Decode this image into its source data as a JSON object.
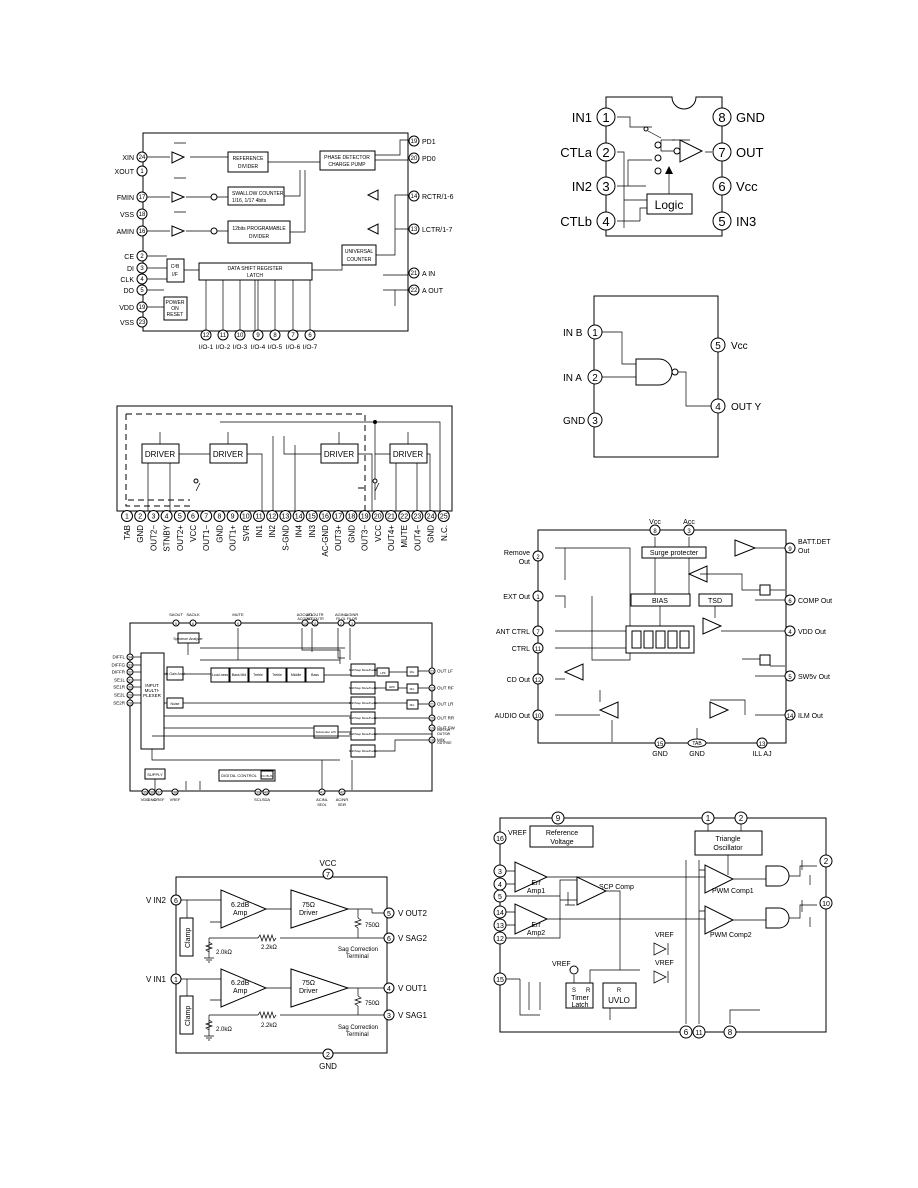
{
  "d1": {
    "left_pins": [
      {
        "num": "24",
        "name": "XIN"
      },
      {
        "num": "1",
        "name": "XOUT"
      },
      {
        "num": "17",
        "name": "FMIN"
      },
      {
        "num": "18",
        "name": "VSS"
      },
      {
        "num": "16",
        "name": "AMIN"
      },
      {
        "num": "2",
        "name": "CE"
      },
      {
        "num": "3",
        "name": "DI"
      },
      {
        "num": "4",
        "name": "CLK"
      },
      {
        "num": "5",
        "name": "DO"
      },
      {
        "num": "19",
        "name": "VDD"
      },
      {
        "num": "23",
        "name": "VSS"
      }
    ],
    "right_pins": [
      {
        "num": "19",
        "name": "PD1"
      },
      {
        "num": "20",
        "name": "PD0"
      },
      {
        "num": "14",
        "name": "RCTR/1-6"
      },
      {
        "num": "13",
        "name": "LCTR/1-7"
      },
      {
        "num": "21",
        "name": "A IN"
      },
      {
        "num": "22",
        "name": "A OUT"
      }
    ],
    "bottom_pins": [
      {
        "num": "12",
        "name": "I/O-1"
      },
      {
        "num": "11",
        "name": "I/O-2"
      },
      {
        "num": "10",
        "name": "I/O-3"
      },
      {
        "num": "9",
        "name": "I/O-4"
      },
      {
        "num": "8",
        "name": "I/O-5"
      },
      {
        "num": "7",
        "name": "I/O-6"
      },
      {
        "num": "6",
        "name": "I/O-7"
      }
    ],
    "blocks": {
      "ref_div_1": "REFERENCE",
      "ref_div_2": "DIVIDER",
      "swallow_1": "SWALLOW COUNTER",
      "swallow_2": "1/16, 1/17 4bits",
      "prog_1": "12bits PROGRAMABLE",
      "prog_2": "DIVIDER",
      "pd_1": "PHASE DETECTOR",
      "pd_2": "CHARGE PUMP",
      "uc_1": "UNIVERSAL",
      "uc_2": "COUNTER",
      "latch_1": "DATA SHIFT REGISTER",
      "latch_2": "LATCH",
      "cif_1": "C²B",
      "cif_2": "I/F",
      "por_1": "POWER",
      "por_2": "ON",
      "por_3": "RESET"
    }
  },
  "d2": {
    "driver_label": "DRIVER",
    "pins": [
      {
        "num": "1",
        "name": "TAB"
      },
      {
        "num": "2",
        "name": "GND"
      },
      {
        "num": "3",
        "name": "OUT2−"
      },
      {
        "num": "4",
        "name": "STNBY"
      },
      {
        "num": "5",
        "name": "OUT2+"
      },
      {
        "num": "6",
        "name": "VCC"
      },
      {
        "num": "7",
        "name": "OUT1−"
      },
      {
        "num": "8",
        "name": "GND"
      },
      {
        "num": "9",
        "name": "OUT1+"
      },
      {
        "num": "10",
        "name": "SVR"
      },
      {
        "num": "11",
        "name": "IN1"
      },
      {
        "num": "12",
        "name": "IN2"
      },
      {
        "num": "13",
        "name": "S-GND"
      },
      {
        "num": "14",
        "name": "IN4"
      },
      {
        "num": "15",
        "name": "IN3"
      },
      {
        "num": "16",
        "name": "AC-GND"
      },
      {
        "num": "17",
        "name": "OUT3+"
      },
      {
        "num": "18",
        "name": "GND"
      },
      {
        "num": "19",
        "name": "OUT3−"
      },
      {
        "num": "20",
        "name": "VCC"
      },
      {
        "num": "21",
        "name": "OUT4+"
      },
      {
        "num": "22",
        "name": "MUTE"
      },
      {
        "num": "23",
        "name": "OUT4−"
      },
      {
        "num": "24",
        "name": "GND"
      },
      {
        "num": "25",
        "name": "N.C."
      }
    ]
  },
  "d3": {
    "top_pins": [
      {
        "num": "5",
        "name": "SAOUT"
      },
      {
        "num": "6",
        "name": "SAOLK"
      },
      {
        "num": "9",
        "name": "MUTE"
      },
      {
        "num": "10",
        "name": "AGOUTL"
      },
      {
        "num": "11",
        "name": "AGOUTR"
      },
      {
        "num": "2",
        "name": "AGINL"
      },
      {
        "num": "3",
        "name": "AGINR"
      }
    ],
    "top_sub": [
      "ACGOUT",
      "ACGOUTR",
      "FILOL",
      "FILOR"
    ],
    "left_pins": [
      {
        "num": "34",
        "name": "DIFFL"
      },
      {
        "num": "33",
        "name": "DIFFG"
      },
      {
        "num": "32",
        "name": "DIFFR"
      },
      {
        "num": "31",
        "name": "SE1L"
      },
      {
        "num": "30",
        "name": "SE1R"
      },
      {
        "num": "29",
        "name": "SE2L"
      },
      {
        "num": "28",
        "name": "SE2R"
      }
    ],
    "right_pins": [
      {
        "num": "23",
        "name": "OUT LF"
      },
      {
        "num": "22",
        "name": "OUT RF"
      },
      {
        "num": "21",
        "name": "OUT LR"
      },
      {
        "num": "20",
        "name": "OUT RR"
      },
      {
        "num": "19",
        "name": "OUT SW"
      },
      {
        "num": "18",
        "name": "MIX"
      }
    ],
    "right_sub": [
      "OUTSW",
      "OUTSW",
      "OUTRSE"
    ],
    "bottom_pins": [
      {
        "num": "35",
        "name": "VDD"
      },
      {
        "num": "36",
        "name": "GND"
      },
      {
        "num": "37",
        "name": "CREF"
      },
      {
        "num": "38",
        "name": "VREF"
      },
      {
        "num": "39",
        "name": "SCL"
      },
      {
        "num": "40",
        "name": "SDA"
      },
      {
        "num": "41",
        "name": "ACINL"
      },
      {
        "num": "42",
        "name": "ACINR"
      }
    ],
    "bottom_sub": [
      "SEOL",
      "SEIR"
    ],
    "blocks": {
      "mux_1": "INPUT",
      "mux_2": "MULTI-",
      "mux_3": "PLEXER",
      "spectrum": "Spectrum Analyzer",
      "quasi": "In Gain Anal",
      "loud": "Loud-ness",
      "bass": "Bass Mid",
      "treble": "Treble",
      "middle": "Middle",
      "bass2": "Bass",
      "soft1": "Soft/Step Mute/Fader",
      "soft2": "Soft/Step Mute/Fader",
      "soft3": "Soft/Step Mute/Fader",
      "soft4": "Soft/Step Mute/Fader",
      "soft5": "Soft/Step Mute/Fader",
      "soft6": "Soft/Step Mute/Fader",
      "subwoofer": "Subwoofer LPF",
      "mix": "Mix",
      "supply": "SUPPLY",
      "digital": "DIGITAL CONTROL",
      "i2c": "I²C BUS",
      "lpf": "LPF",
      "hpf": "HPF",
      "noise": "Noise"
    }
  },
  "d4": {
    "vcc": "VCC",
    "gnd": "GND",
    "pins": [
      {
        "num": "7",
        "name": "VCC"
      },
      {
        "num": "6",
        "name": "V IN2"
      },
      {
        "num": "1",
        "name": "V IN1"
      },
      {
        "num": "5",
        "name": "V OUT2"
      },
      {
        "num": "6",
        "name": "V SAG2"
      },
      {
        "num": "4",
        "name": "V OUT1"
      },
      {
        "num": "3",
        "name": "V SAG1"
      },
      {
        "num": "2",
        "name": "GND"
      }
    ],
    "amp_1": "6.2dB",
    "amp_2": "Amp",
    "drv_1": "75Ω",
    "drv_2": "Driver",
    "r750": "750Ω",
    "r22": "2.2kΩ",
    "r20": "2.0kΩ",
    "clamp": "Clamp",
    "sag_1": "Sag Correction",
    "sag_2": "Terminal"
  },
  "d5": {
    "pins": [
      {
        "num": "1",
        "name": "IN1"
      },
      {
        "num": "2",
        "name": "CTLa"
      },
      {
        "num": "3",
        "name": "IN2"
      },
      {
        "num": "4",
        "name": "CTLb"
      },
      {
        "num": "8",
        "name": "GND"
      },
      {
        "num": "7",
        "name": "OUT"
      },
      {
        "num": "6",
        "name": "Vcc"
      },
      {
        "num": "5",
        "name": "IN3"
      }
    ],
    "logic": "Logic"
  },
  "d6": {
    "pins": [
      {
        "num": "1",
        "name": "IN B"
      },
      {
        "num": "2",
        "name": "IN A"
      },
      {
        "num": "3",
        "name": "GND"
      },
      {
        "num": "5",
        "name": "Vcc"
      },
      {
        "num": "4",
        "name": "OUT Y"
      }
    ]
  },
  "d7": {
    "top": [
      {
        "num": "8",
        "name": "Vcc"
      },
      {
        "num": "3",
        "name": "Acc"
      }
    ],
    "left": [
      {
        "num": "2",
        "name": "Remove",
        "name2": "Out"
      },
      {
        "num": "1",
        "name": "EXT Out"
      },
      {
        "num": "7",
        "name": "ANT CTRL"
      },
      {
        "num": "11",
        "name": "CTRL"
      },
      {
        "num": "12",
        "name": "CD Out"
      },
      {
        "num": "10",
        "name": "AUDIO Out"
      }
    ],
    "right": [
      {
        "num": "9",
        "name": "BATT.DET",
        "name2": "Out"
      },
      {
        "num": "6",
        "name": "COMP Out"
      },
      {
        "num": "4",
        "name": "VDD Out"
      },
      {
        "num": "5",
        "name": "SW5v Out"
      },
      {
        "num": "14",
        "name": "ILM Out"
      }
    ],
    "bottom": [
      {
        "num": "15",
        "name": "GND"
      },
      {
        "num": "TAB",
        "name": "GND"
      },
      {
        "num": "13",
        "name": "ILL AJ"
      }
    ],
    "surge": "Surge protecter",
    "bias": "BIAS",
    "tsd": "TSD"
  },
  "d8": {
    "pins": [
      {
        "num": "9"
      },
      {
        "num": "1"
      },
      {
        "num": "2"
      },
      {
        "num": "16",
        "name": "VREF"
      },
      {
        "num": "3"
      },
      {
        "num": "4"
      },
      {
        "num": "5"
      },
      {
        "num": "14"
      },
      {
        "num": "13"
      },
      {
        "num": "12"
      },
      {
        "num": "15"
      },
      {
        "num": "10"
      },
      {
        "num": "6"
      },
      {
        "num": "11"
      },
      {
        "num": "8"
      }
    ],
    "ref_1": "Reference",
    "ref_2": "Voltage",
    "tri_1": "Triangle",
    "tri_2": "Oscillator",
    "err1_1": "Err",
    "err1_2": "Amp1",
    "err2_1": "Err",
    "err2_2": "Amp2",
    "scp": "SCP Comp",
    "pwm1": "PWM Comp1",
    "pwm2": "PWM Comp2",
    "vref": "VREF",
    "timer_1": "Timer",
    "timer_2": "Latch",
    "uvlo": "UVLO",
    "s": "S",
    "r": "R"
  }
}
